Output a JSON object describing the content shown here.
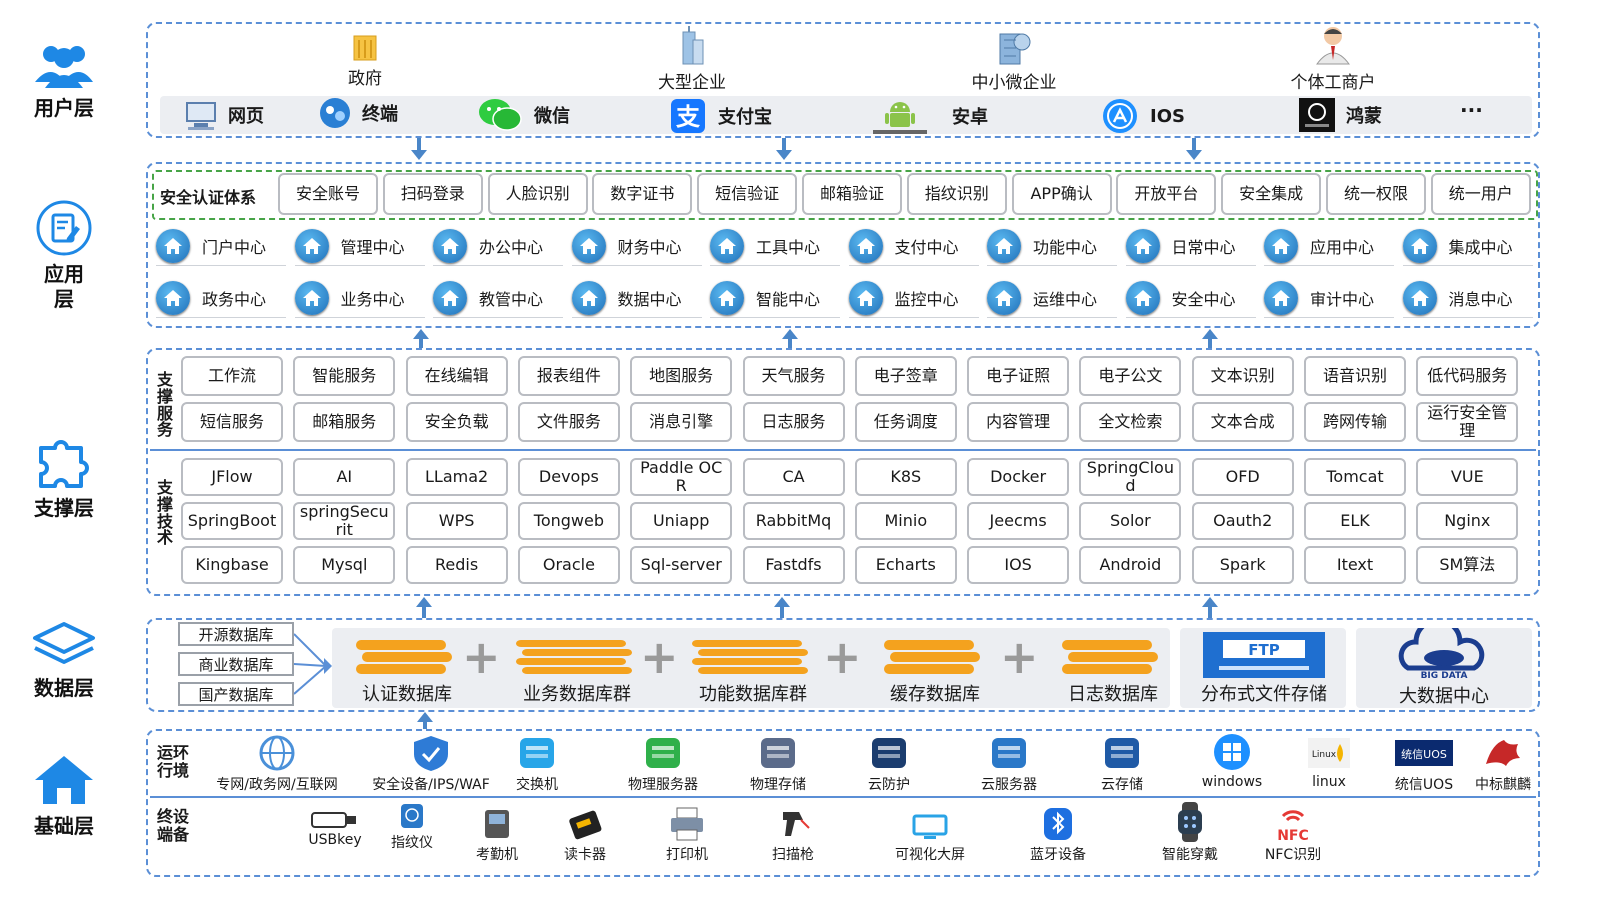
{
  "layers": {
    "user": "用户层",
    "app": "应用\n层",
    "support": "支撑层",
    "data": "数据层",
    "infra": "基础层"
  },
  "user_layer": {
    "entities": [
      "政府",
      "大型企业",
      "中小微企业",
      "个体工商户"
    ],
    "channels": [
      "网页",
      "终端",
      "微信",
      "支付宝",
      "安卓",
      "IOS",
      "鸿蒙",
      "···"
    ]
  },
  "app_layer": {
    "auth_title": "安全认证体系",
    "auth_items": [
      "安全账号",
      "扫码登录",
      "人脸识别",
      "数字证书",
      "短信验证",
      "邮箱验证",
      "指纹识别",
      "APP确认",
      "开放平台",
      "安全集成",
      "统一权限",
      "统一用户"
    ],
    "centers_row1": [
      "门户中心",
      "管理中心",
      "办公中心",
      "财务中心",
      "工具中心",
      "支付中心",
      "功能中心",
      "日常中心",
      "应用中心",
      "集成中心"
    ],
    "centers_row2": [
      "政务中心",
      "业务中心",
      "教管中心",
      "数据中心",
      "智能中心",
      "监控中心",
      "运维中心",
      "安全中心",
      "审计中心",
      "消息中心"
    ]
  },
  "support_layer": {
    "service_label": "支撑服务",
    "tech_label": "支撑技术",
    "services_row1": [
      "工作流",
      "智能服务",
      "在线编辑",
      "报表组件",
      "地图服务",
      "天气服务",
      "电子签章",
      "电子证照",
      "电子公文",
      "文本识别",
      "语音识别",
      "低代码服务"
    ],
    "services_row2": [
      "短信服务",
      "邮箱服务",
      "安全负载",
      "文件服务",
      "消息引擎",
      "日志服务",
      "任务调度",
      "内容管理",
      "全文检索",
      "文本合成",
      "跨网传输",
      "运行安全管理"
    ],
    "tech_row1": [
      "JFlow",
      "AI",
      "LLama2",
      "Devops",
      "Paddle OCR",
      "CA",
      "K8S",
      "Docker",
      "SpringCloud",
      "OFD",
      "Tomcat",
      "VUE"
    ],
    "tech_row2": [
      "SpringBoot",
      "springSecurit",
      "WPS",
      "Tongweb",
      "Uniapp",
      "RabbitMq",
      "Minio",
      "Jeecms",
      "Solor",
      "Oauth2",
      "ELK",
      "Nginx"
    ],
    "tech_row3": [
      "Kingbase",
      "Mysql",
      "Redis",
      "Oracle",
      "Sql-server",
      "Fastdfs",
      "Echarts",
      "IOS",
      "Android",
      "Spark",
      "Itext",
      "SM算法"
    ]
  },
  "data_layer": {
    "db_types": [
      "开源数据库",
      "商业数据库",
      "国产数据库"
    ],
    "databases": [
      "认证数据库",
      "业务数据库群",
      "功能数据库群",
      "缓存数据库",
      "日志数据库"
    ],
    "storage": [
      "分布式文件存储",
      "大数据中心"
    ],
    "ftp_text": "FTP",
    "bigdata_text": "BIG DATA"
  },
  "infra_layer": {
    "env_label": "运环\n行境",
    "device_label": "终设\n端备",
    "env_items": [
      "专网/政务网/互联网",
      "安全设备/IPS/WAF",
      "交换机",
      "物理服务器",
      "物理存储",
      "云防护",
      "云服务器",
      "云存储",
      "windows",
      "linux",
      "统信UOS",
      "中标麒麟"
    ],
    "device_items": [
      "USBkey",
      "指纹仪",
      "考勤机",
      "读卡器",
      "打印机",
      "扫描枪",
      "可视化大屏",
      "蓝牙设备",
      "智能穿戴",
      "NFC识别"
    ],
    "nfc_text": "NFC",
    "uos_text": "统信UOS",
    "linux_text": "Linux"
  },
  "colors": {
    "panel_border": "#5b8fd6",
    "auth_border": "#47a447",
    "arrow": "#4a86c8",
    "db_orange": "#f4a21e"
  }
}
